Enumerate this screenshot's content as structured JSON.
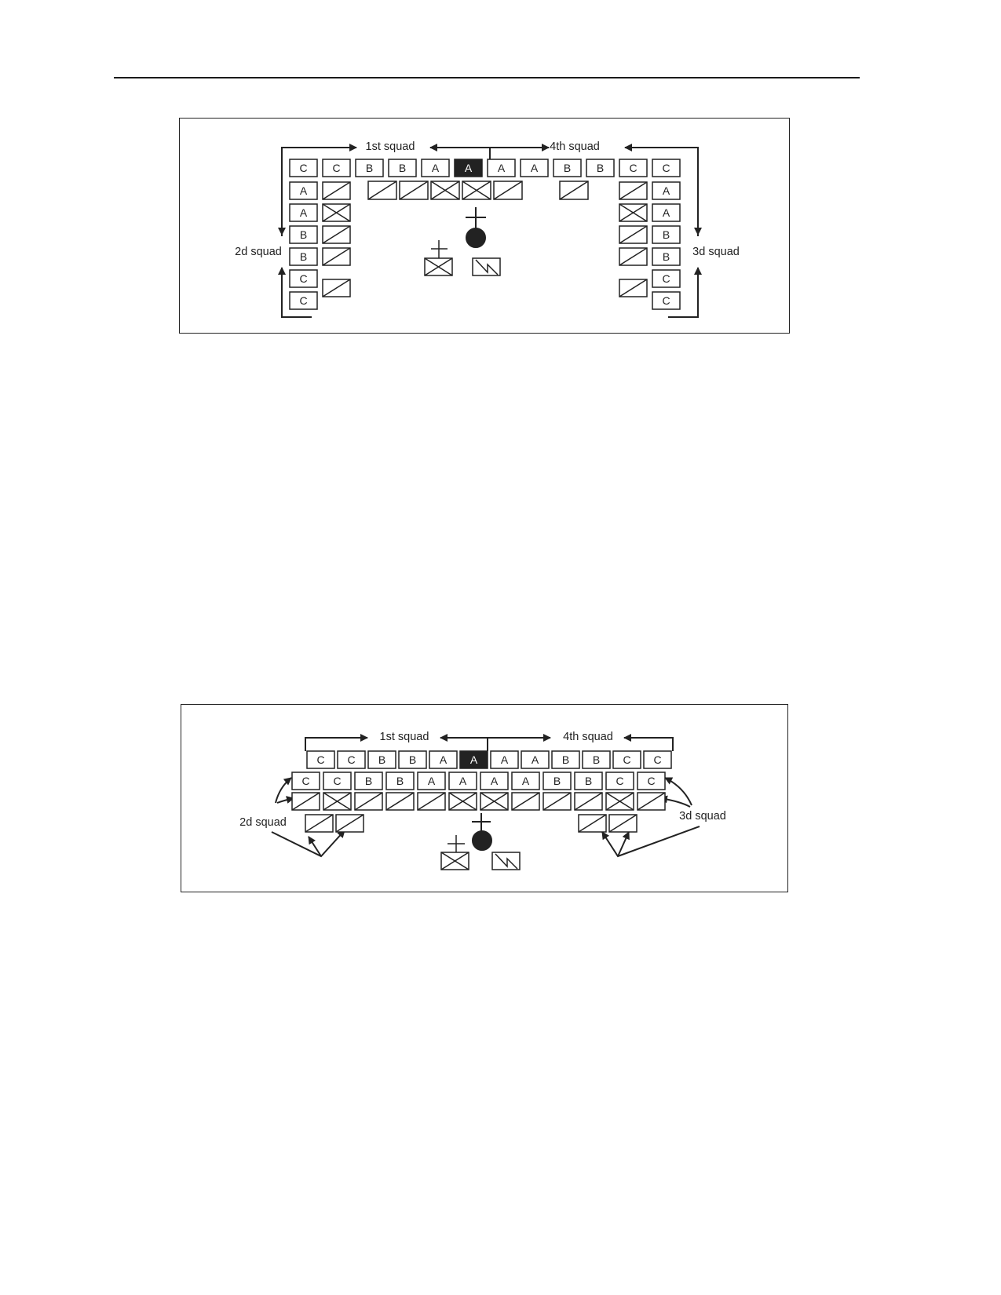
{
  "figure_1": {
    "labels": {
      "squad_1": "1st squad",
      "squad_2": "2d squad",
      "squad_3": "3d squad",
      "squad_4": "4th squad"
    },
    "top_row": [
      "C",
      "C",
      "B",
      "B",
      "A",
      "A",
      "A",
      "A",
      "B",
      "B",
      "C",
      "C"
    ],
    "highlighted_cell": 5,
    "left_column": [
      "A",
      "A",
      "B",
      "B",
      "C",
      "C"
    ],
    "right_column": [
      "A",
      "A",
      "B",
      "B",
      "C",
      "C"
    ],
    "vehicle_row": [
      "single-diagonal",
      "single-diagonal",
      "x-box",
      "x-box",
      "single-diagonal",
      "gap",
      "single-diagonal"
    ],
    "left_vehicles": [
      "single-diagonal",
      "x-box",
      "single-diagonal",
      "single-diagonal",
      "gap",
      "single-diagonal"
    ],
    "right_vehicles": [
      "single-diagonal",
      "x-box",
      "single-diagonal",
      "single-diagonal",
      "gap",
      "single-diagonal"
    ]
  },
  "figure_2": {
    "labels": {
      "squad_1": "1st squad",
      "squad_2": "2d squad",
      "squad_3": "3d squad",
      "squad_4": "4th squad"
    },
    "top_row": [
      "C",
      "C",
      "B",
      "B",
      "A",
      "A",
      "A",
      "A",
      "B",
      "B",
      "C",
      "C"
    ],
    "highlighted_cell": 5,
    "second_row": [
      "C",
      "C",
      "B",
      "B",
      "A",
      "A",
      "A",
      "A",
      "B",
      "B",
      "C",
      "C"
    ],
    "vehicle_row": [
      "single-diagonal",
      "x-box",
      "single-diagonal",
      "single-diagonal",
      "single-diagonal",
      "x-box",
      "x-box",
      "single-diagonal",
      "single-diagonal",
      "single-diagonal",
      "x-box",
      "single-diagonal"
    ],
    "bottom_left_vehicles": [
      "single-diagonal",
      "single-diagonal"
    ],
    "bottom_right_vehicles": [
      "single-diagonal",
      "single-diagonal"
    ]
  },
  "icons": [
    "leader-cross-circle-icon",
    "medic-x-box-icon",
    "radio-lightning-box-icon"
  ],
  "colors": {
    "line": "#222222",
    "highlight": "#222222",
    "highlight_text": "#ffffff"
  }
}
